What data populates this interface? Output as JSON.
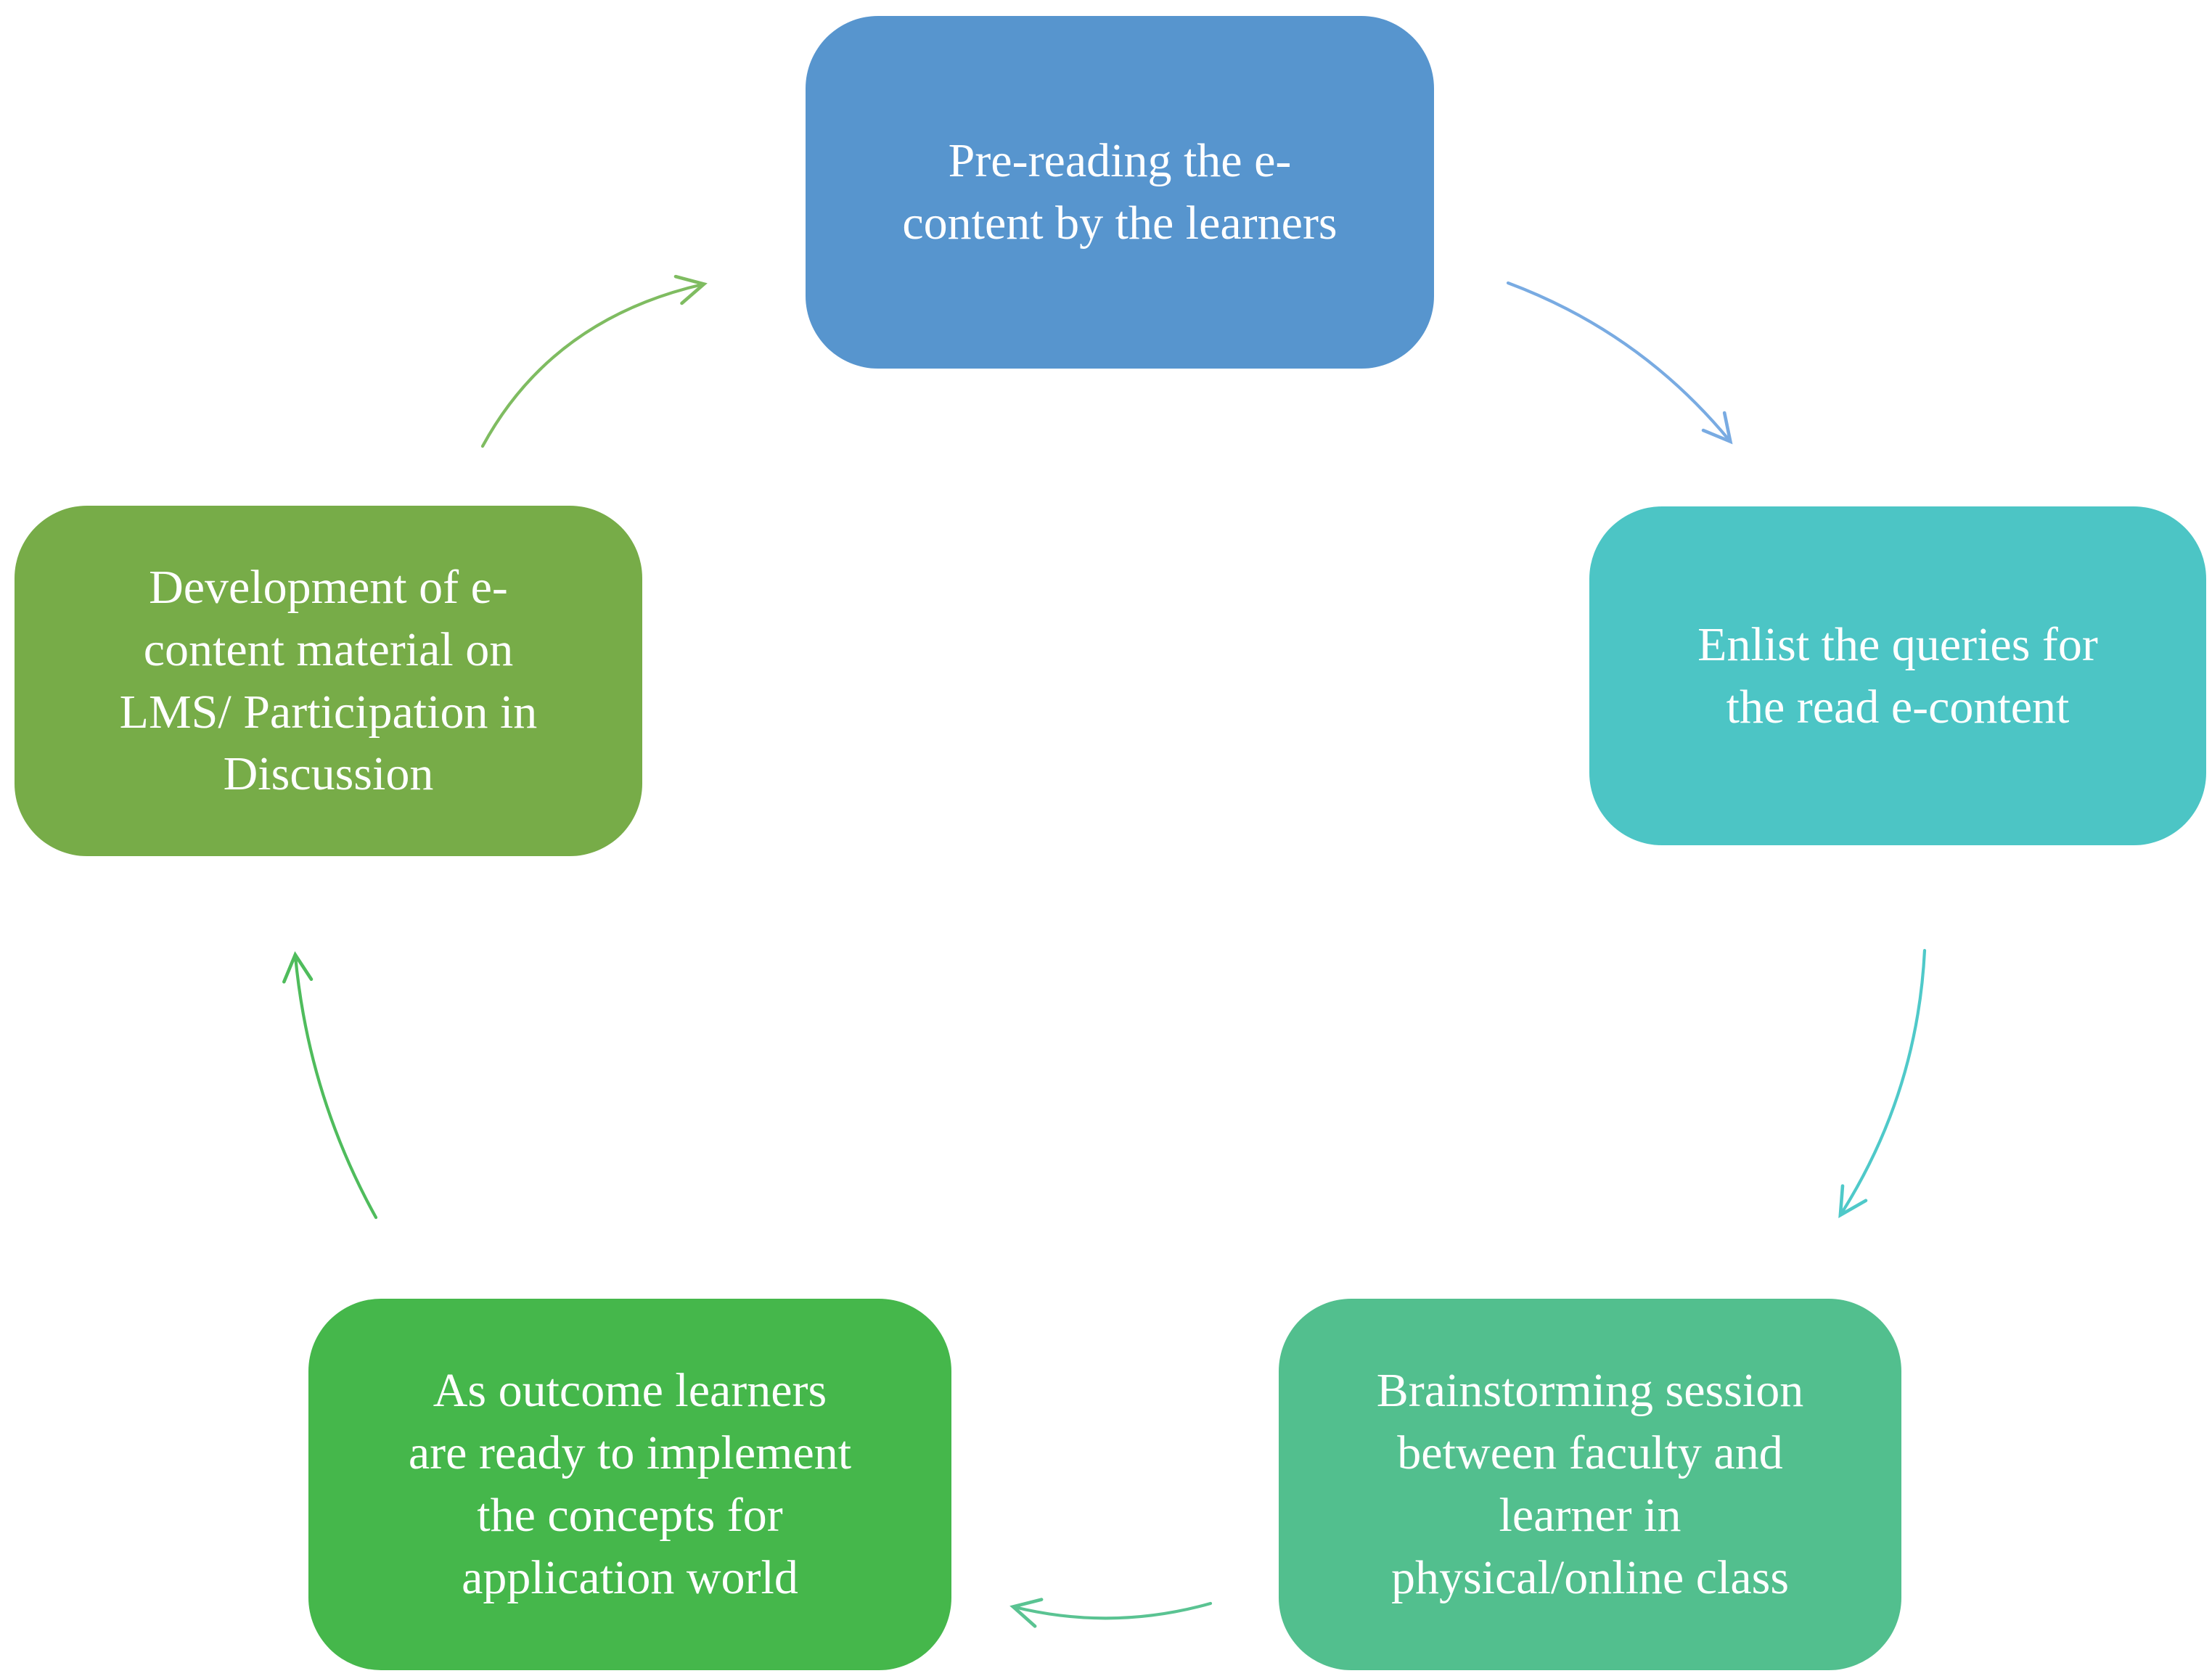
{
  "diagram": {
    "type": "cycle",
    "background": "#FFFFFF",
    "text_color": "#FFFFFF",
    "nodes": [
      {
        "id": "pre-reading",
        "label_lines": [
          "Pre-reading the e-",
          "content by the learners"
        ],
        "color": "#5795CE"
      },
      {
        "id": "enlist-queries",
        "label_lines": [
          "Enlist the queries for",
          "the read e-content"
        ],
        "color": "#4CC5C5"
      },
      {
        "id": "brainstorming",
        "label_lines": [
          "Brainstorming session",
          "between faculty and",
          "learner in",
          "physical/online class"
        ],
        "color": "#52BF8E"
      },
      {
        "id": "outcome",
        "label_lines": [
          "As outcome learners",
          "are ready to implement",
          "the concepts for",
          "application world"
        ],
        "color": "#45B74B"
      },
      {
        "id": "development",
        "label_lines": [
          "Development of e-",
          "content material on",
          "LMS/ Participation in",
          "Discussion"
        ],
        "color": "#77AC48"
      }
    ],
    "arrows": [
      {
        "id": "development-to-pre-reading",
        "from": "development",
        "to": "pre-reading",
        "color": "#7FBC61"
      },
      {
        "id": "pre-reading-to-enlist",
        "from": "pre-reading",
        "to": "enlist-queries",
        "color": "#79ABE2"
      },
      {
        "id": "enlist-to-brainstorming",
        "from": "enlist-queries",
        "to": "brainstorming",
        "color": "#4FC9C9"
      },
      {
        "id": "brainstorming-to-outcome",
        "from": "brainstorming",
        "to": "outcome",
        "color": "#5AC392"
      },
      {
        "id": "outcome-to-development",
        "from": "outcome",
        "to": "development",
        "color": "#4FBC5C"
      }
    ]
  }
}
